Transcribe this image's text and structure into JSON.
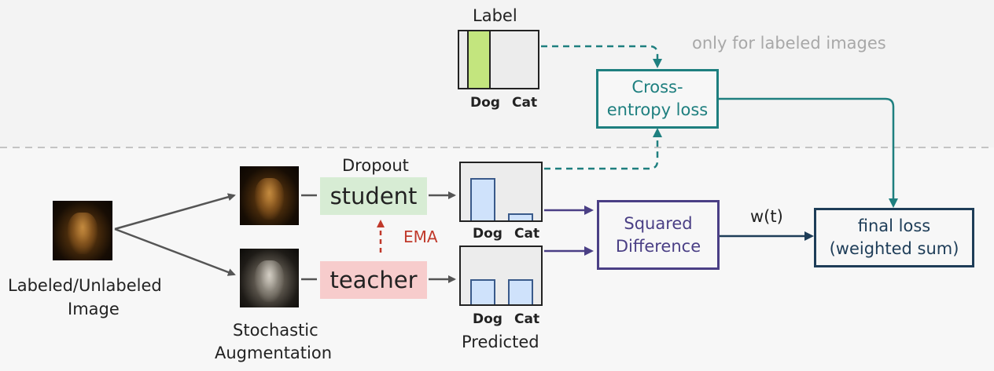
{
  "top_note": "only for labeled images",
  "label_box": {
    "title": "Label",
    "class_1": "Dog",
    "class_2": "Cat",
    "values": [
      1,
      0
    ]
  },
  "input_image": {
    "caption_line1": "Labeled/Unlabeled",
    "caption_line2": "Image"
  },
  "augmentation": {
    "caption_line1": "Stochastic",
    "caption_line2": "Augmentation"
  },
  "student": {
    "label": "student",
    "above_label": "Dropout"
  },
  "teacher": {
    "label": "teacher"
  },
  "ema_label": "EMA",
  "student_pred": {
    "class_1": "Dog",
    "class_2": "Cat",
    "values": [
      0.85,
      0.15
    ]
  },
  "teacher_pred": {
    "class_1": "Dog",
    "class_2": "Cat",
    "values": [
      0.5,
      0.5
    ],
    "caption": "Predicted"
  },
  "cross_entropy": {
    "line1": "Cross-",
    "line2": "entropy loss"
  },
  "squared_diff": {
    "line1": "Squared",
    "line2": "Difference"
  },
  "weight_label": "w(t)",
  "final_loss": {
    "line1": "final loss",
    "line2": "(weighted sum)"
  },
  "colors": {
    "teal": "#1e7f7f",
    "purple": "#4a3f85",
    "navy": "#1e3d58",
    "ema_red": "#c0392b",
    "student_fill": "#d7ecd4",
    "teacher_fill": "#f7cccc",
    "label_green": "#c3e57e",
    "bar_blue": "#cfe2fb",
    "note_gray": "#a8a8a8"
  }
}
